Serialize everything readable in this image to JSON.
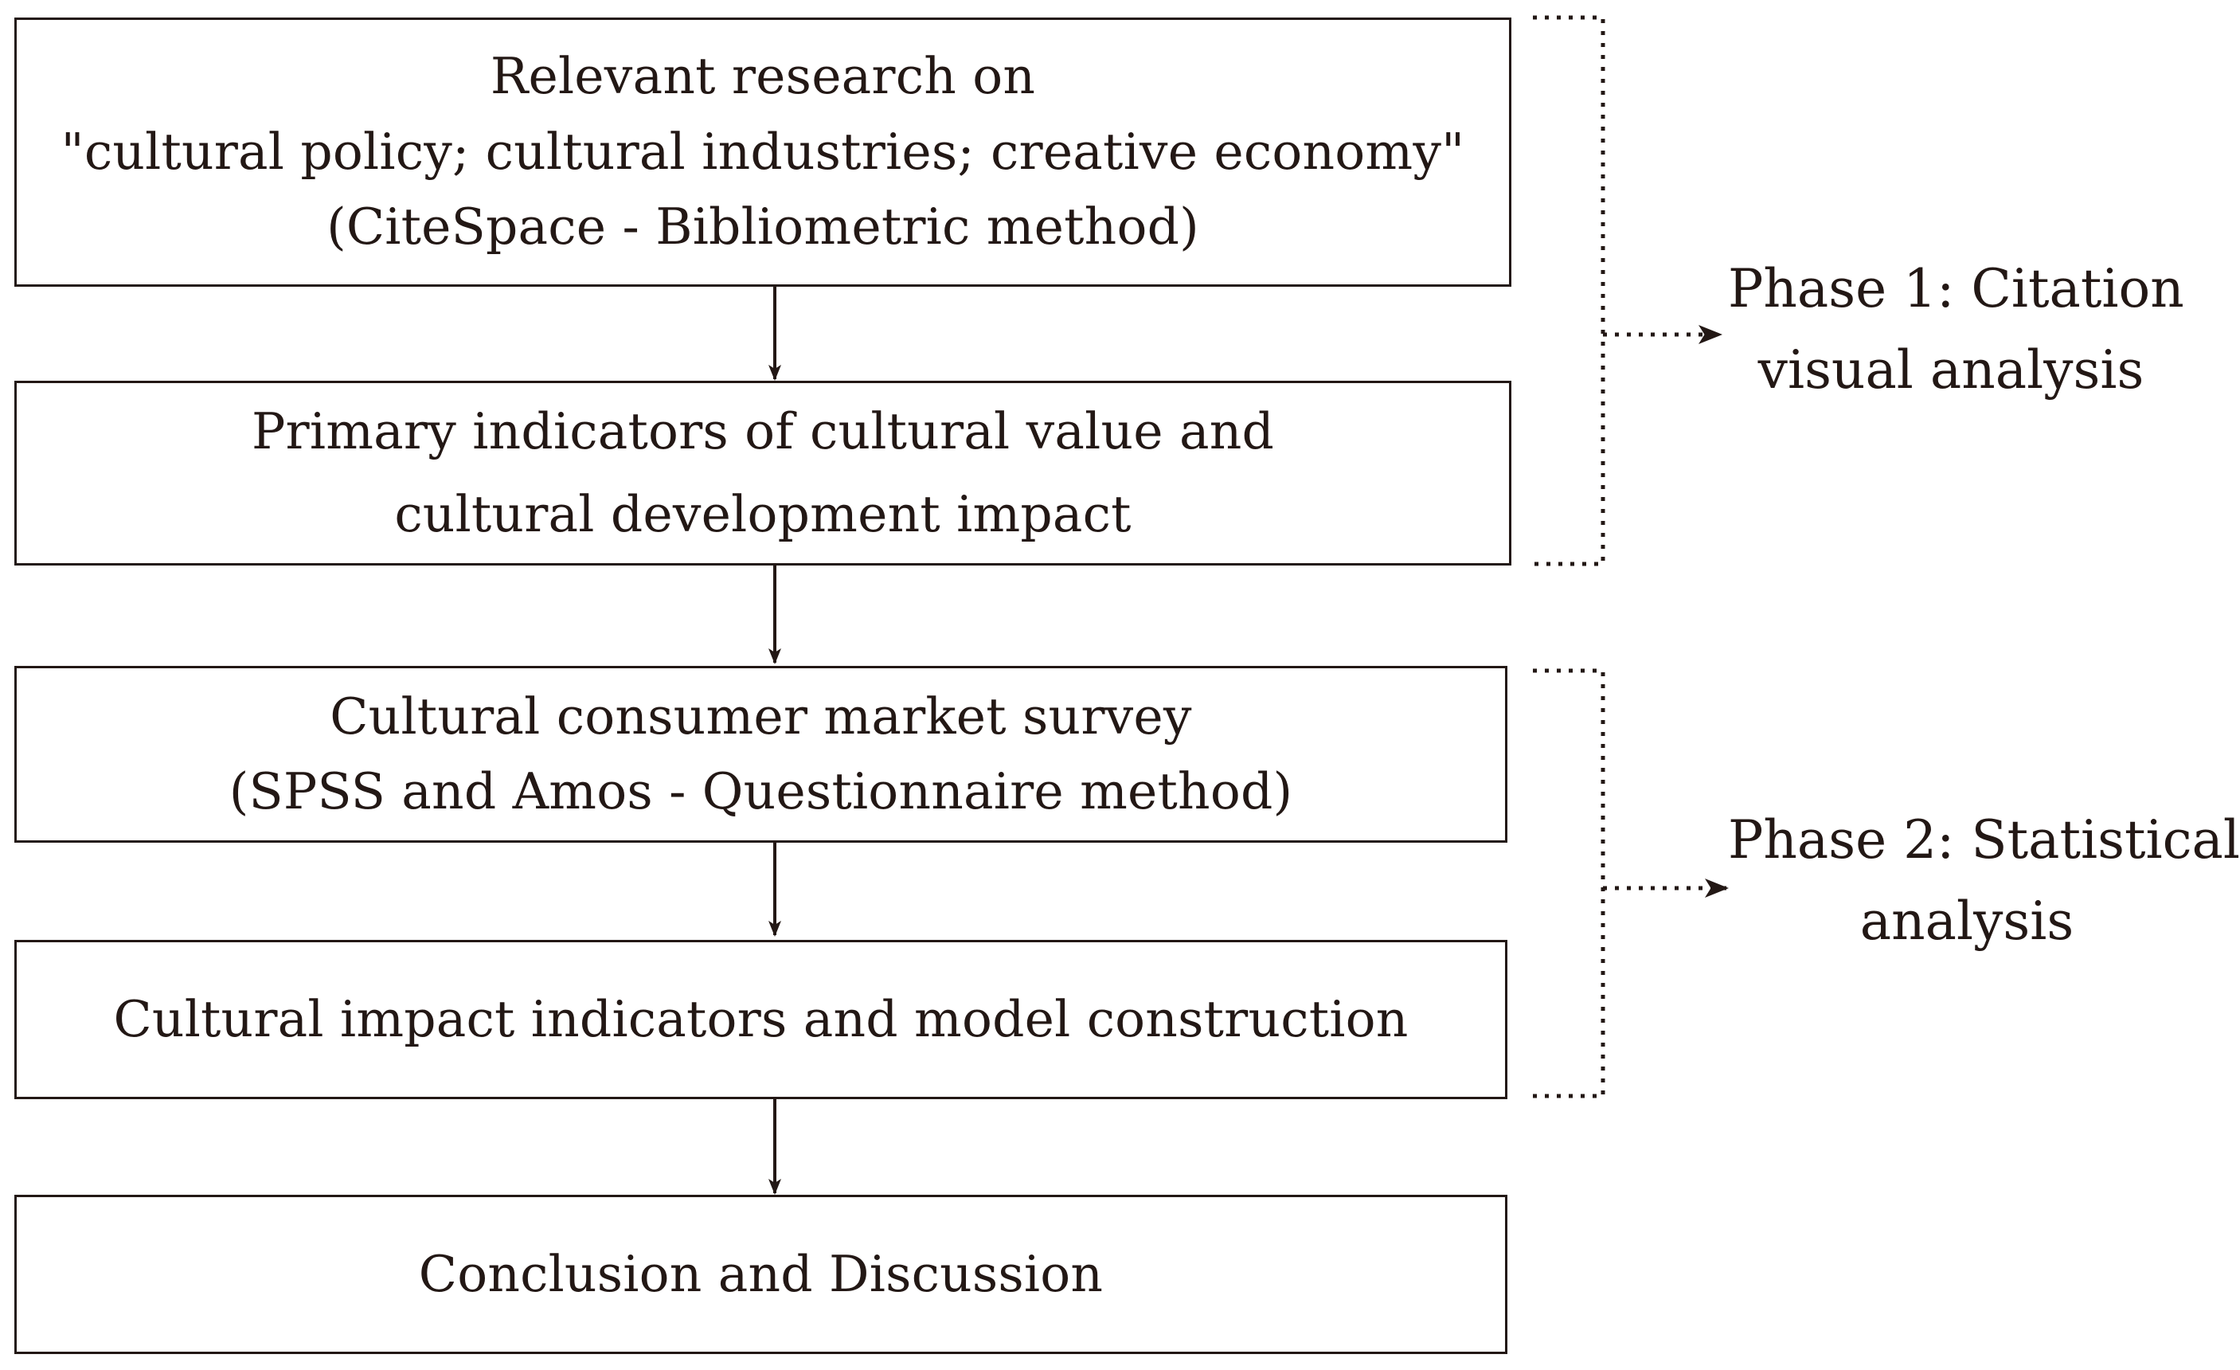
{
  "flow": {
    "steps": [
      {
        "id": "step-1",
        "lines": [
          "Relevant research on",
          "\"cultural policy; cultural industries; creative economy\"",
          "(CiteSpace - Bibliometric method)"
        ]
      },
      {
        "id": "step-2",
        "lines": [
          "Primary indicators of cultural value and",
          "cultural development impact"
        ]
      },
      {
        "id": "step-3",
        "lines": [
          "Cultural consumer market survey",
          "(SPSS and  Amos - Questionnaire method)"
        ]
      },
      {
        "id": "step-4",
        "lines": [
          "Cultural impact indicators and model construction"
        ]
      },
      {
        "id": "step-5",
        "lines": [
          "Conclusion and Discussion"
        ]
      }
    ]
  },
  "phases": [
    {
      "id": "phase-1",
      "lines": [
        "Phase 1: Citation",
        "visual analysis"
      ]
    },
    {
      "id": "phase-2",
      "lines": [
        "Phase 2: Statistical",
        "analysis"
      ]
    }
  ],
  "colors": {
    "stroke": "#231815",
    "background": "#ffffff"
  }
}
